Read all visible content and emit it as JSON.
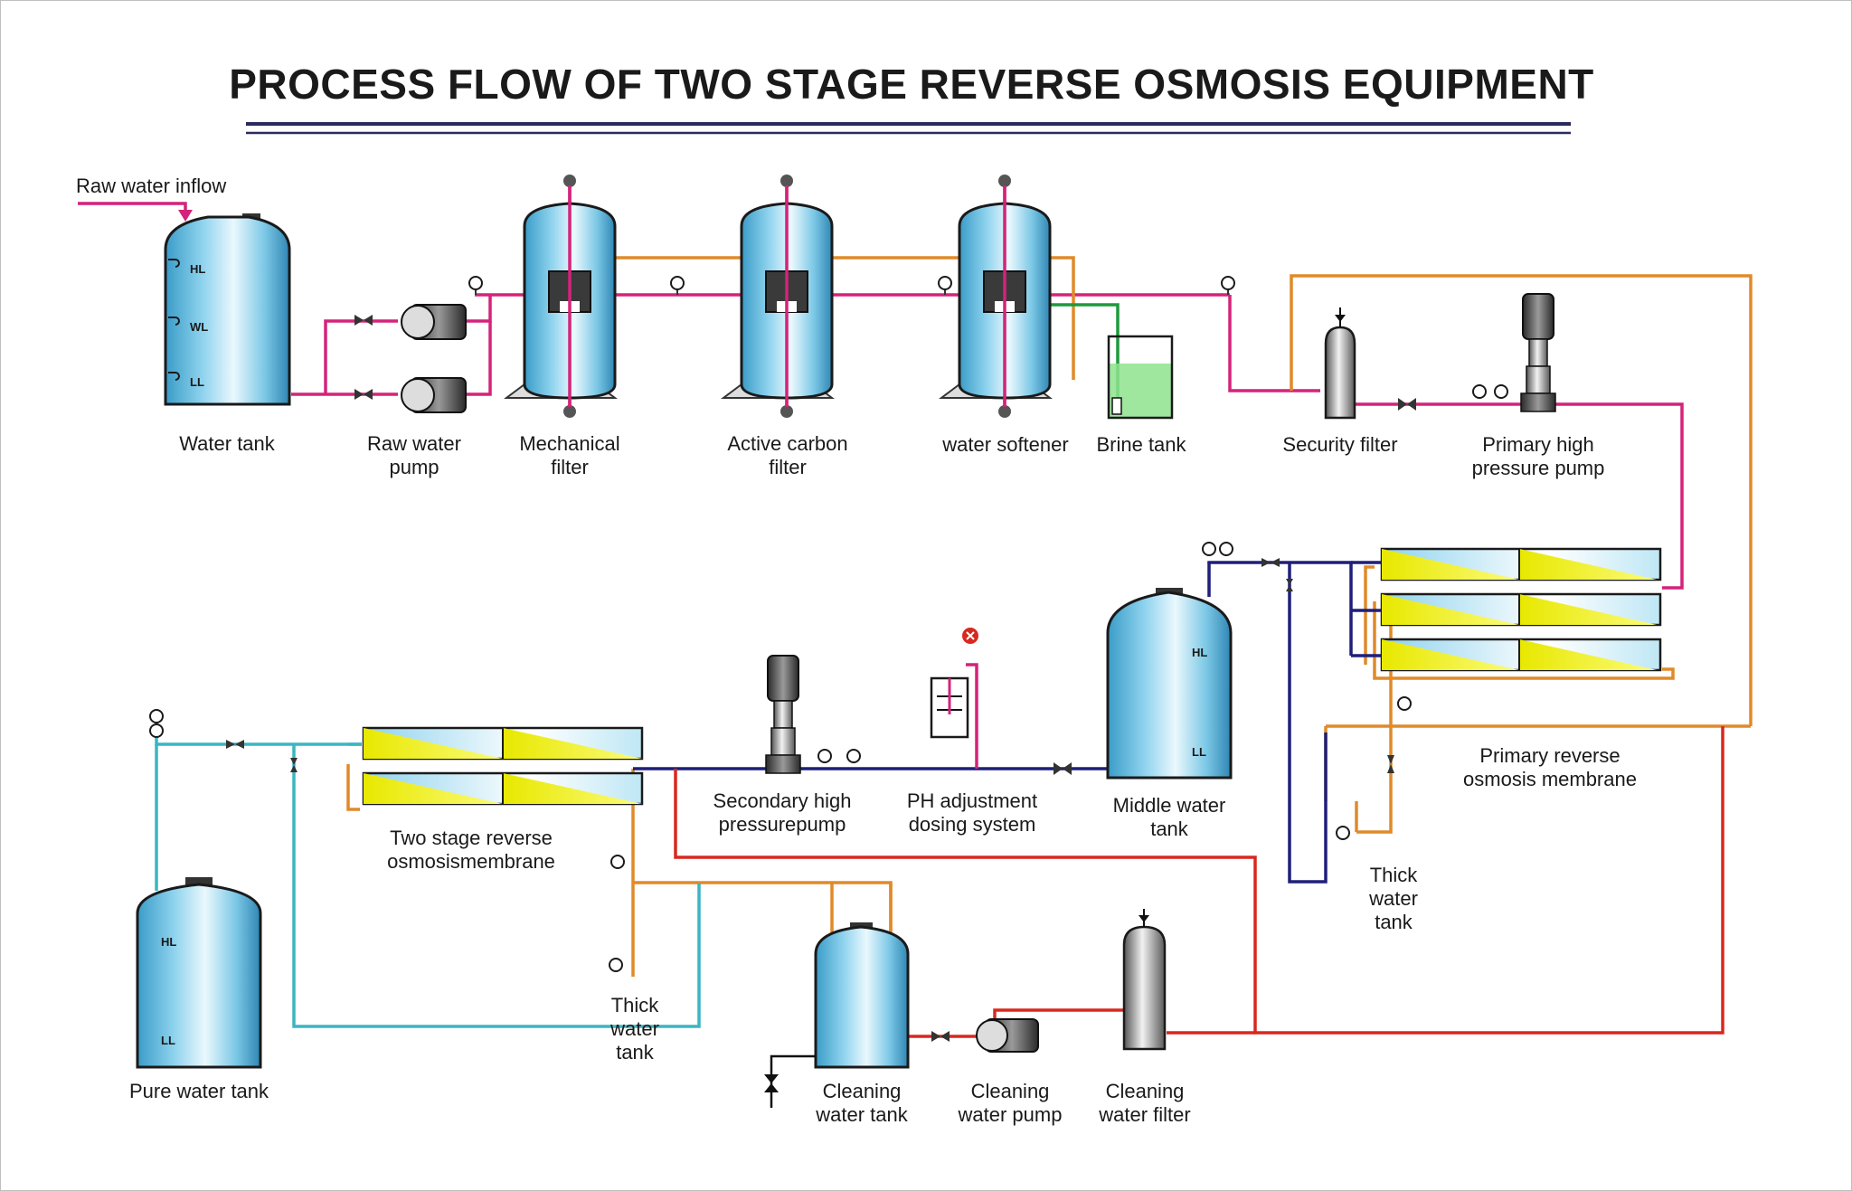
{
  "title": "PROCESS FLOW OF TWO STAGE REVERSE OSMOSIS EQUIPMENT",
  "inflow_label": "Raw water inflow",
  "levels": {
    "hl": "HL",
    "wl": "WL",
    "ll": "LL"
  },
  "labels": {
    "water_tank": [
      "Water tank"
    ],
    "raw_water_pump": [
      "Raw water",
      "pump"
    ],
    "mechanical_filter": [
      "Mechanical",
      "filter"
    ],
    "active_carbon_filter": [
      "Active carbon",
      "filter"
    ],
    "water_softener": [
      "water softener"
    ],
    "brine_tank": [
      "Brine tank"
    ],
    "security_filter": [
      "Security filter"
    ],
    "primary_hp_pump": [
      "Primary high",
      "pressure pump"
    ],
    "primary_ro": [
      "Primary reverse",
      "osmosis membrane"
    ],
    "middle_tank": [
      "Middle water",
      "tank"
    ],
    "ph_dosing": [
      "PH adjustment",
      "dosing system"
    ],
    "secondary_hp_pump": [
      "Secondary high",
      "pressurepump"
    ],
    "two_stage_ro": [
      "Two stage reverse",
      "osmosismembrane"
    ],
    "thick_tank_1": [
      "Thick",
      "water",
      "tank"
    ],
    "thick_tank_2": [
      "Thick",
      "water",
      "tank"
    ],
    "pure_tank": [
      "Pure water tank"
    ],
    "cleaning_tank": [
      "Cleaning",
      "water tank"
    ],
    "cleaning_pump": [
      "Cleaning",
      "water pump"
    ],
    "cleaning_filter": [
      "Cleaning",
      "water filter"
    ]
  },
  "colors": {
    "raw_line": "#d4237a",
    "concentrate_line": "#e08a2a",
    "brine_line": "#1e9a3c",
    "permeate_line": "#1f1f7a",
    "pure_line": "#3bb5c2",
    "cleaning_line": "#d8281f",
    "tank_blue": "#6fc3e3",
    "membrane_yellow": "#f4f000"
  }
}
